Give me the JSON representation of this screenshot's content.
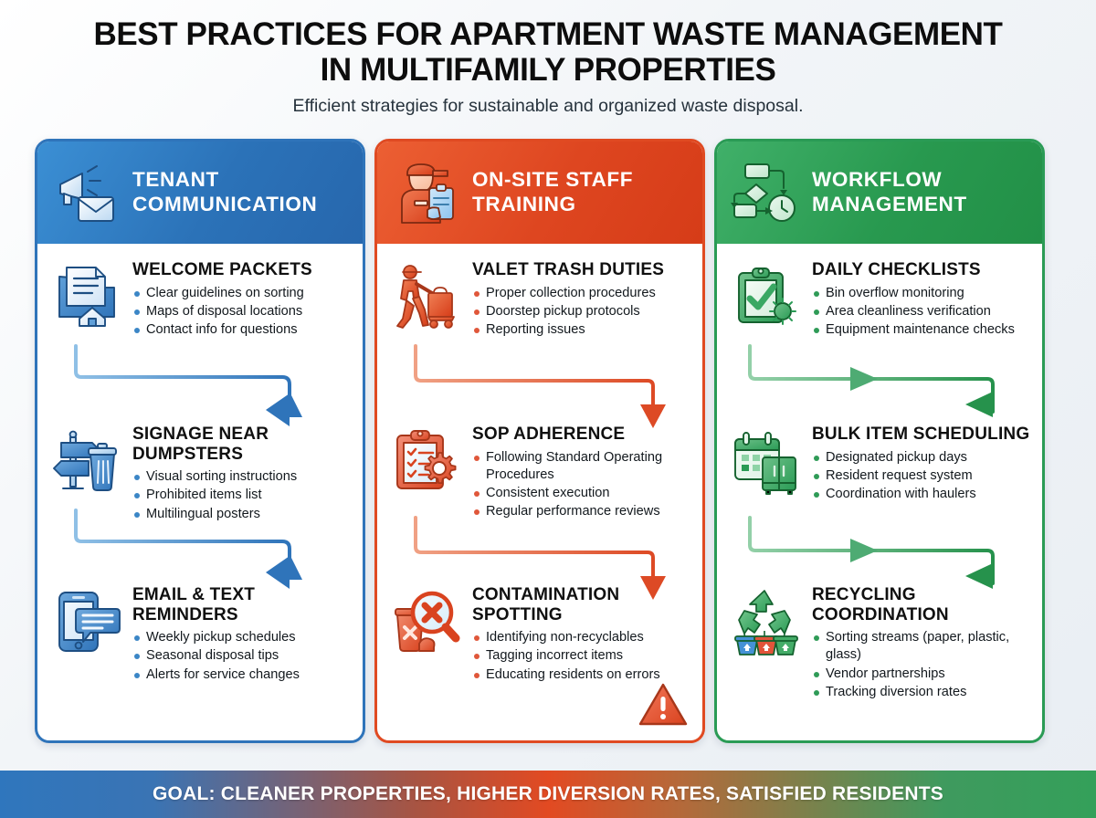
{
  "header": {
    "title_line1": "BEST PRACTICES FOR APARTMENT WASTE MANAGEMENT",
    "title_line2": "IN MULTIFAMILY PROPERTIES",
    "subtitle": "Efficient strategies for sustainable and organized waste disposal."
  },
  "colors": {
    "blue": "#2f74ba",
    "orange": "#e04a22",
    "green": "#2a9b55",
    "title_text": "#0d0d0d",
    "body_text": "#12181d",
    "card_bg": "#ffffff",
    "page_bg": "#eef2f6"
  },
  "columns": [
    {
      "id": "tenant-communication",
      "accent": "#2f74ba",
      "header_title": "TENANT COMMUNICATION",
      "header_icon": "megaphone-envelope-icon",
      "items": [
        {
          "title": "WELCOME PACKETS",
          "icon": "document-folder-home-icon",
          "bullets": [
            "Clear guidelines on sorting",
            "Maps of disposal locations",
            "Contact info for questions"
          ]
        },
        {
          "title": "SIGNAGE NEAR DUMPSTERS",
          "icon": "signpost-trashcan-icon",
          "bullets": [
            "Visual sorting instructions",
            "Prohibited items list",
            "Multilingual posters"
          ]
        },
        {
          "title": "EMAIL & TEXT REMINDERS",
          "icon": "smartphone-message-icon",
          "bullets": [
            "Weekly pickup schedules",
            "Seasonal disposal tips",
            "Alerts for service changes"
          ]
        }
      ]
    },
    {
      "id": "on-site-staff-training",
      "accent": "#e04a22",
      "header_title": "ON-SITE STAFF TRAINING",
      "header_icon": "staff-worker-clipboard-icon",
      "items": [
        {
          "title": "VALET TRASH DUTIES",
          "icon": "worker-pushing-cart-icon",
          "bullets": [
            "Proper collection procedures",
            "Doorstep pickup protocols",
            "Reporting issues"
          ]
        },
        {
          "title": "SOP ADHERENCE",
          "icon": "clipboard-checklist-gear-icon",
          "bullets": [
            "Following Standard Operating Procedures",
            "Consistent execution",
            "Regular performance reviews"
          ]
        },
        {
          "title": "CONTAMINATION SPOTTING",
          "icon": "magnifier-trash-x-icon",
          "bullets": [
            "Identifying non-recyclables",
            "Tagging incorrect items",
            "Educating residents on errors"
          ]
        }
      ]
    },
    {
      "id": "workflow-management",
      "accent": "#2a9b55",
      "header_title": "WORKFLOW MANAGEMENT",
      "header_icon": "flowchart-clock-icon",
      "items": [
        {
          "title": "DAILY CHECKLISTS",
          "icon": "clipboard-check-icon",
          "bullets": [
            "Bin overflow monitoring",
            "Area cleanliness verification",
            "Equipment maintenance checks"
          ]
        },
        {
          "title": "BULK ITEM SCHEDULING",
          "icon": "calendar-furniture-icon",
          "bullets": [
            "Designated pickup days",
            "Resident request system",
            "Coordination with haulers"
          ]
        },
        {
          "title": "RECYCLING COORDINATION",
          "icon": "recycle-bins-icon",
          "bullets": [
            "Sorting streams (paper, plastic, glass)",
            "Vendor partnerships",
            "Tracking diversion rates"
          ]
        }
      ]
    }
  ],
  "footer": {
    "text": "GOAL: CLEANER PROPERTIES, HIGHER DIVERSION RATES, SATISFIED RESIDENTS"
  },
  "badges": {
    "warning": "warning-triangle-icon"
  }
}
